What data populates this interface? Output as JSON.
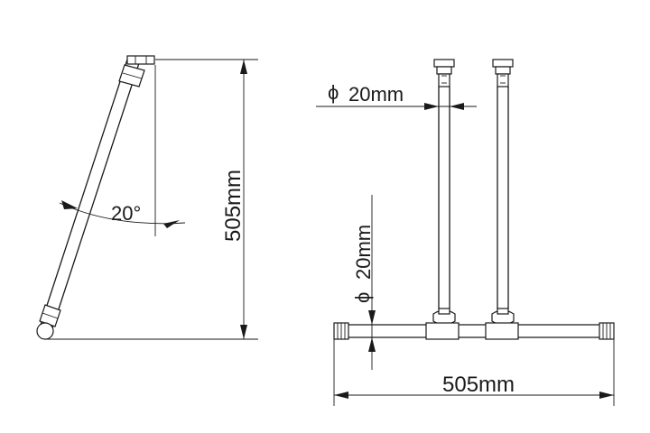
{
  "side_view": {
    "angle_label": "20°",
    "height_label": "505mm"
  },
  "front_view": {
    "upright_diameter_label": "20mm",
    "crossbar_diameter_label": "20mm",
    "width_label": "505mm",
    "diameter_symbol": "ϕ"
  }
}
